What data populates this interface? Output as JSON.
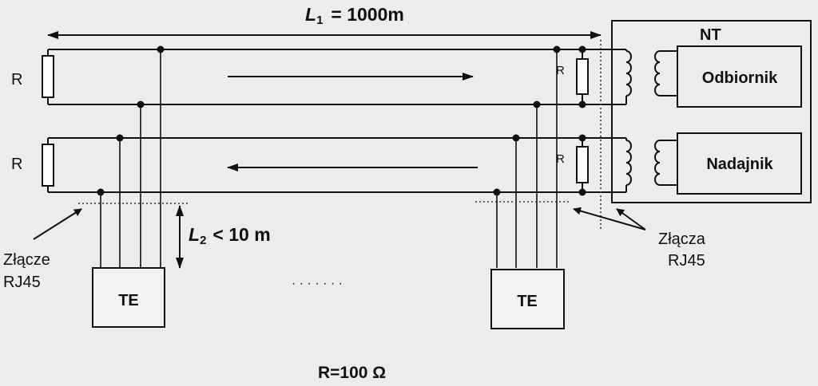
{
  "labels": {
    "l1_var": "L",
    "l1_sub": "1",
    "l1_value": "=  1000m",
    "l2_var": "L",
    "l2_sub": "2",
    "l2_value": "< 10 m",
    "nt": "NT",
    "receiver": "Odbiornik",
    "transmitter": "Nadajnik",
    "r_left": "R",
    "r_right": "R",
    "te": "TE",
    "connector_single_line1": "Złącze",
    "connector_single_line2": "RJ45",
    "connectors_line1": "Złącza",
    "connectors_line2": "RJ45",
    "resistance": "R=100 Ω",
    "ellipsis": "· · · · · · ·"
  }
}
